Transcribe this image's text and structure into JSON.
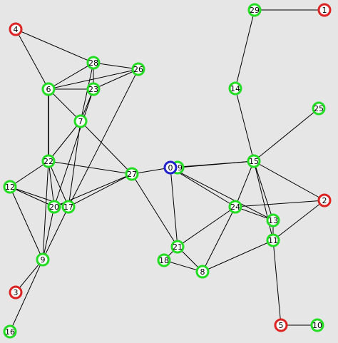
{
  "colors": {
    "background": "#e6e6e6",
    "edge": "#000000",
    "node_fill": "#ffffff",
    "ring_normal": "#22dd22",
    "ring_endpoint": "#dd2222",
    "ring_selected": "#2222cc"
  },
  "graph": {
    "nodes": [
      {
        "id": "0",
        "label": "0",
        "ring": "selected"
      },
      {
        "id": "1",
        "label": "1",
        "ring": "endpoint"
      },
      {
        "id": "2",
        "label": "2",
        "ring": "endpoint"
      },
      {
        "id": "3",
        "label": "3",
        "ring": "endpoint"
      },
      {
        "id": "4",
        "label": "4",
        "ring": "endpoint"
      },
      {
        "id": "5",
        "label": "5",
        "ring": "endpoint"
      },
      {
        "id": "6",
        "label": "6",
        "ring": "normal"
      },
      {
        "id": "7",
        "label": "7",
        "ring": "normal"
      },
      {
        "id": "8",
        "label": "8",
        "ring": "normal"
      },
      {
        "id": "9",
        "label": "9",
        "ring": "normal"
      },
      {
        "id": "10",
        "label": "10",
        "ring": "normal"
      },
      {
        "id": "11",
        "label": "11",
        "ring": "normal"
      },
      {
        "id": "12",
        "label": "12",
        "ring": "normal"
      },
      {
        "id": "13",
        "label": "13",
        "ring": "normal"
      },
      {
        "id": "14",
        "label": "14",
        "ring": "normal"
      },
      {
        "id": "15",
        "label": "15",
        "ring": "normal"
      },
      {
        "id": "16",
        "label": "16",
        "ring": "normal"
      },
      {
        "id": "17",
        "label": "17",
        "ring": "normal"
      },
      {
        "id": "18",
        "label": "18",
        "ring": "normal"
      },
      {
        "id": "19",
        "label": "19",
        "ring": "normal"
      },
      {
        "id": "20",
        "label": "20",
        "ring": "normal"
      },
      {
        "id": "21",
        "label": "21",
        "ring": "normal"
      },
      {
        "id": "22",
        "label": "22",
        "ring": "normal"
      },
      {
        "id": "23",
        "label": "23",
        "ring": "normal"
      },
      {
        "id": "24",
        "label": "24",
        "ring": "normal"
      },
      {
        "id": "25",
        "label": "25",
        "ring": "normal"
      },
      {
        "id": "26",
        "label": "26",
        "ring": "normal"
      },
      {
        "id": "27",
        "label": "27",
        "ring": "normal"
      },
      {
        "id": "28",
        "label": "28",
        "ring": "normal"
      },
      {
        "id": "29",
        "label": "29",
        "ring": "normal"
      }
    ],
    "edges": [
      [
        "29",
        "1"
      ],
      [
        "29",
        "14"
      ],
      [
        "14",
        "15"
      ],
      [
        "15",
        "25"
      ],
      [
        "4",
        "6"
      ],
      [
        "4",
        "28"
      ],
      [
        "6",
        "28"
      ],
      [
        "6",
        "23"
      ],
      [
        "6",
        "26"
      ],
      [
        "6",
        "7"
      ],
      [
        "6",
        "22"
      ],
      [
        "28",
        "26"
      ],
      [
        "28",
        "23"
      ],
      [
        "28",
        "7"
      ],
      [
        "23",
        "26"
      ],
      [
        "23",
        "7"
      ],
      [
        "23",
        "20"
      ],
      [
        "26",
        "17"
      ],
      [
        "7",
        "22"
      ],
      [
        "7",
        "27"
      ],
      [
        "7",
        "17"
      ],
      [
        "22",
        "27"
      ],
      [
        "22",
        "12"
      ],
      [
        "22",
        "20"
      ],
      [
        "22",
        "17"
      ],
      [
        "22",
        "9"
      ],
      [
        "12",
        "20"
      ],
      [
        "12",
        "17"
      ],
      [
        "12",
        "9"
      ],
      [
        "27",
        "20"
      ],
      [
        "27",
        "17"
      ],
      [
        "27",
        "0"
      ],
      [
        "27",
        "21"
      ],
      [
        "17",
        "9"
      ],
      [
        "20",
        "9"
      ],
      [
        "9",
        "3"
      ],
      [
        "9",
        "16"
      ],
      [
        "0",
        "15"
      ],
      [
        "0",
        "19"
      ],
      [
        "0",
        "21"
      ],
      [
        "0",
        "24"
      ],
      [
        "0",
        "13"
      ],
      [
        "19",
        "15"
      ],
      [
        "15",
        "24"
      ],
      [
        "15",
        "13"
      ],
      [
        "15",
        "11"
      ],
      [
        "15",
        "2"
      ],
      [
        "24",
        "21"
      ],
      [
        "24",
        "13"
      ],
      [
        "24",
        "8"
      ],
      [
        "24",
        "2"
      ],
      [
        "13",
        "11"
      ],
      [
        "11",
        "2"
      ],
      [
        "11",
        "8"
      ],
      [
        "11",
        "5"
      ],
      [
        "5",
        "10"
      ],
      [
        "21",
        "18"
      ],
      [
        "21",
        "8"
      ],
      [
        "18",
        "8"
      ]
    ]
  }
}
